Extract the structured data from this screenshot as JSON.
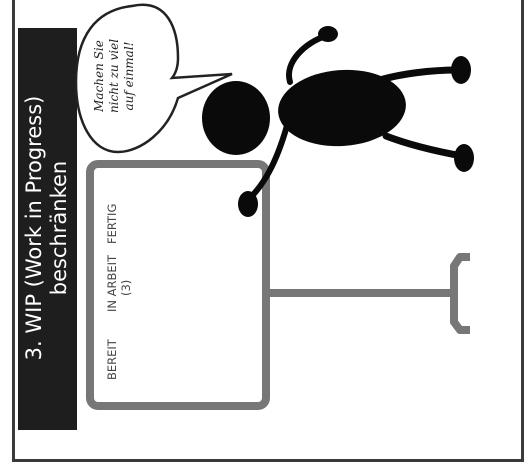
{
  "title": {
    "line1": "3. WIP (Work in Progress)",
    "line2": "beschränken"
  },
  "board": {
    "col_ready": "BEREIT",
    "col_in_progress": "IN ARBEIT",
    "col_in_progress_limit": "(3)",
    "col_done": "FERTIG"
  },
  "speech_bubble": {
    "line1": "Machen Sie",
    "line2": "nicht zu viel",
    "line3": "auf einmal!"
  },
  "colors": {
    "title_bg": "#1e1e1e",
    "board_border": "#777777",
    "figure": "#0a0a0a"
  }
}
